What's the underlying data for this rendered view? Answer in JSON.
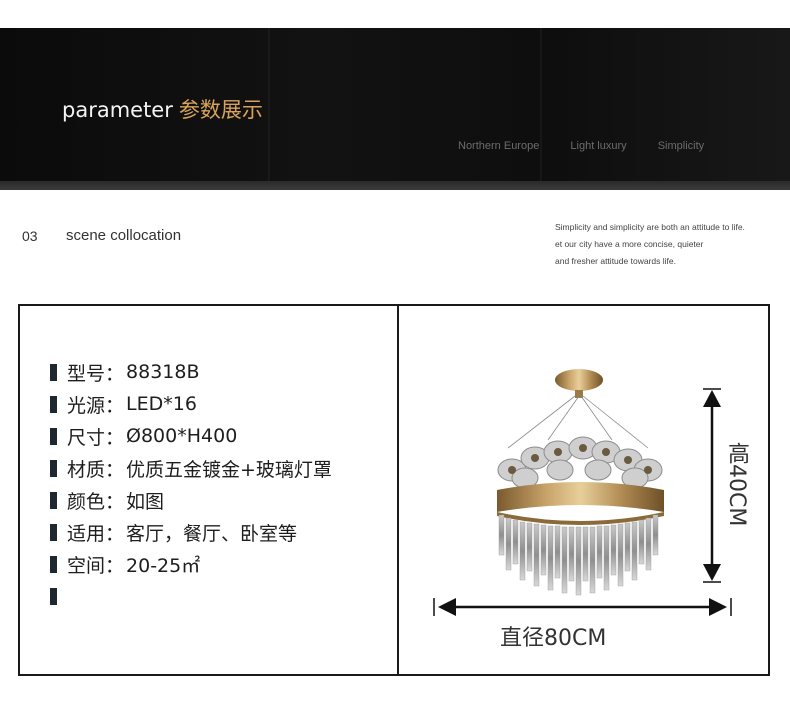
{
  "banner": {
    "title_en": "parameter",
    "title_cn": "参数展示",
    "tags": [
      "Northern Europe",
      "Light luxury",
      "Simplicity"
    ]
  },
  "scene": {
    "number": "03",
    "title": "scene collocation",
    "description": [
      "Simplicity and simplicity are both an attitude to life.",
      "et our city have a more concise, quieter",
      "and fresher attitude towards life."
    ]
  },
  "specs": [
    {
      "label": "型号：",
      "value": "88318B"
    },
    {
      "label": "光源：",
      "value": "LED*16"
    },
    {
      "label": "尺寸：",
      "value": "Ø800*H400"
    },
    {
      "label": "材质：",
      "value": "优质五金镀金+玻璃灯罩"
    },
    {
      "label": "颜色：",
      "value": "如图"
    },
    {
      "label": "适用：",
      "value": "客厅，餐厅、卧室等"
    },
    {
      "label": "空间：",
      "value": "20-25㎡"
    },
    {
      "label": "",
      "value": ""
    }
  ],
  "dimensions": {
    "width_label": "直径80CM",
    "height_label": "高40CM"
  },
  "colors": {
    "banner_bg": "#0e0e0e",
    "accent_gold": "#d9a45a",
    "bullet": "#1f2730"
  }
}
